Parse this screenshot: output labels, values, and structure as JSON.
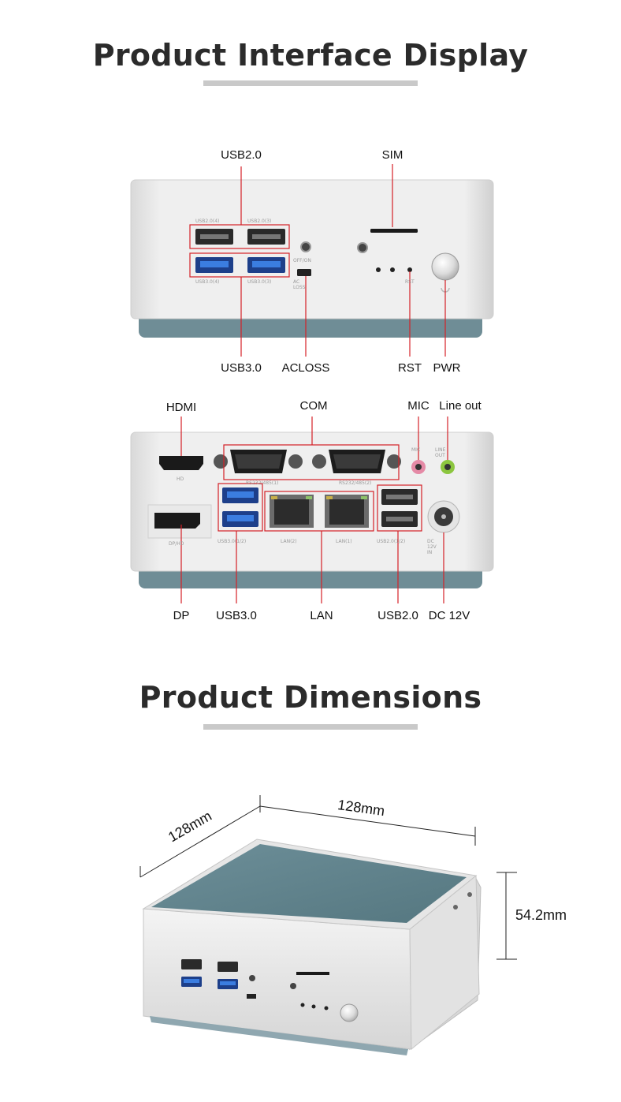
{
  "headings": {
    "interface": "Product Interface Display",
    "dimensions": "Product Dimensions"
  },
  "front_panel": {
    "callouts": {
      "usb2": "USB2.0",
      "sim": "SIM",
      "usb3": "USB3.0",
      "acloss": "ACLOSS",
      "rst": "RST",
      "pwr": "PWR"
    },
    "printed": {
      "usb2_4": "USB2.0(4)",
      "usb2_3": "USB2.0(3)",
      "usb3_4": "USB3.0(4)",
      "usb3_3": "USB3.0(3)",
      "off_on": "OFF/ON",
      "ac_loss": "AC LOSS",
      "rst": "RST"
    }
  },
  "rear_panel": {
    "callouts": {
      "hdmi": "HDMI",
      "com": "COM",
      "mic": "MIC",
      "line_out": "Line out",
      "dp": "DP",
      "usb3": "USB3.0",
      "lan": "LAN",
      "usb2": "USB2.0",
      "dc": "DC 12V"
    },
    "printed": {
      "hd": "HD",
      "dp_hd": "DP/HD",
      "rs232_1": "RS232/485(1)",
      "rs232_2": "RS232/485(2)",
      "mic": "MIC",
      "line_out": "LINE OUT",
      "usb3_12": "USB3.0(1/2)",
      "lan2": "LAN(2)",
      "lan1": "LAN(1)",
      "usb2_12": "USB2.0(1/2)",
      "dc_in": "DC 12V IN"
    }
  },
  "dimensions": {
    "length": "128mm",
    "width": "128mm",
    "height": "54.2mm"
  },
  "colors": {
    "callout_line": "#d42027",
    "chassis_top": "#658791",
    "usb3_blue": "#2d6fc7",
    "mic_pink": "#e58aa6",
    "lineout_green": "#8cc63f"
  }
}
